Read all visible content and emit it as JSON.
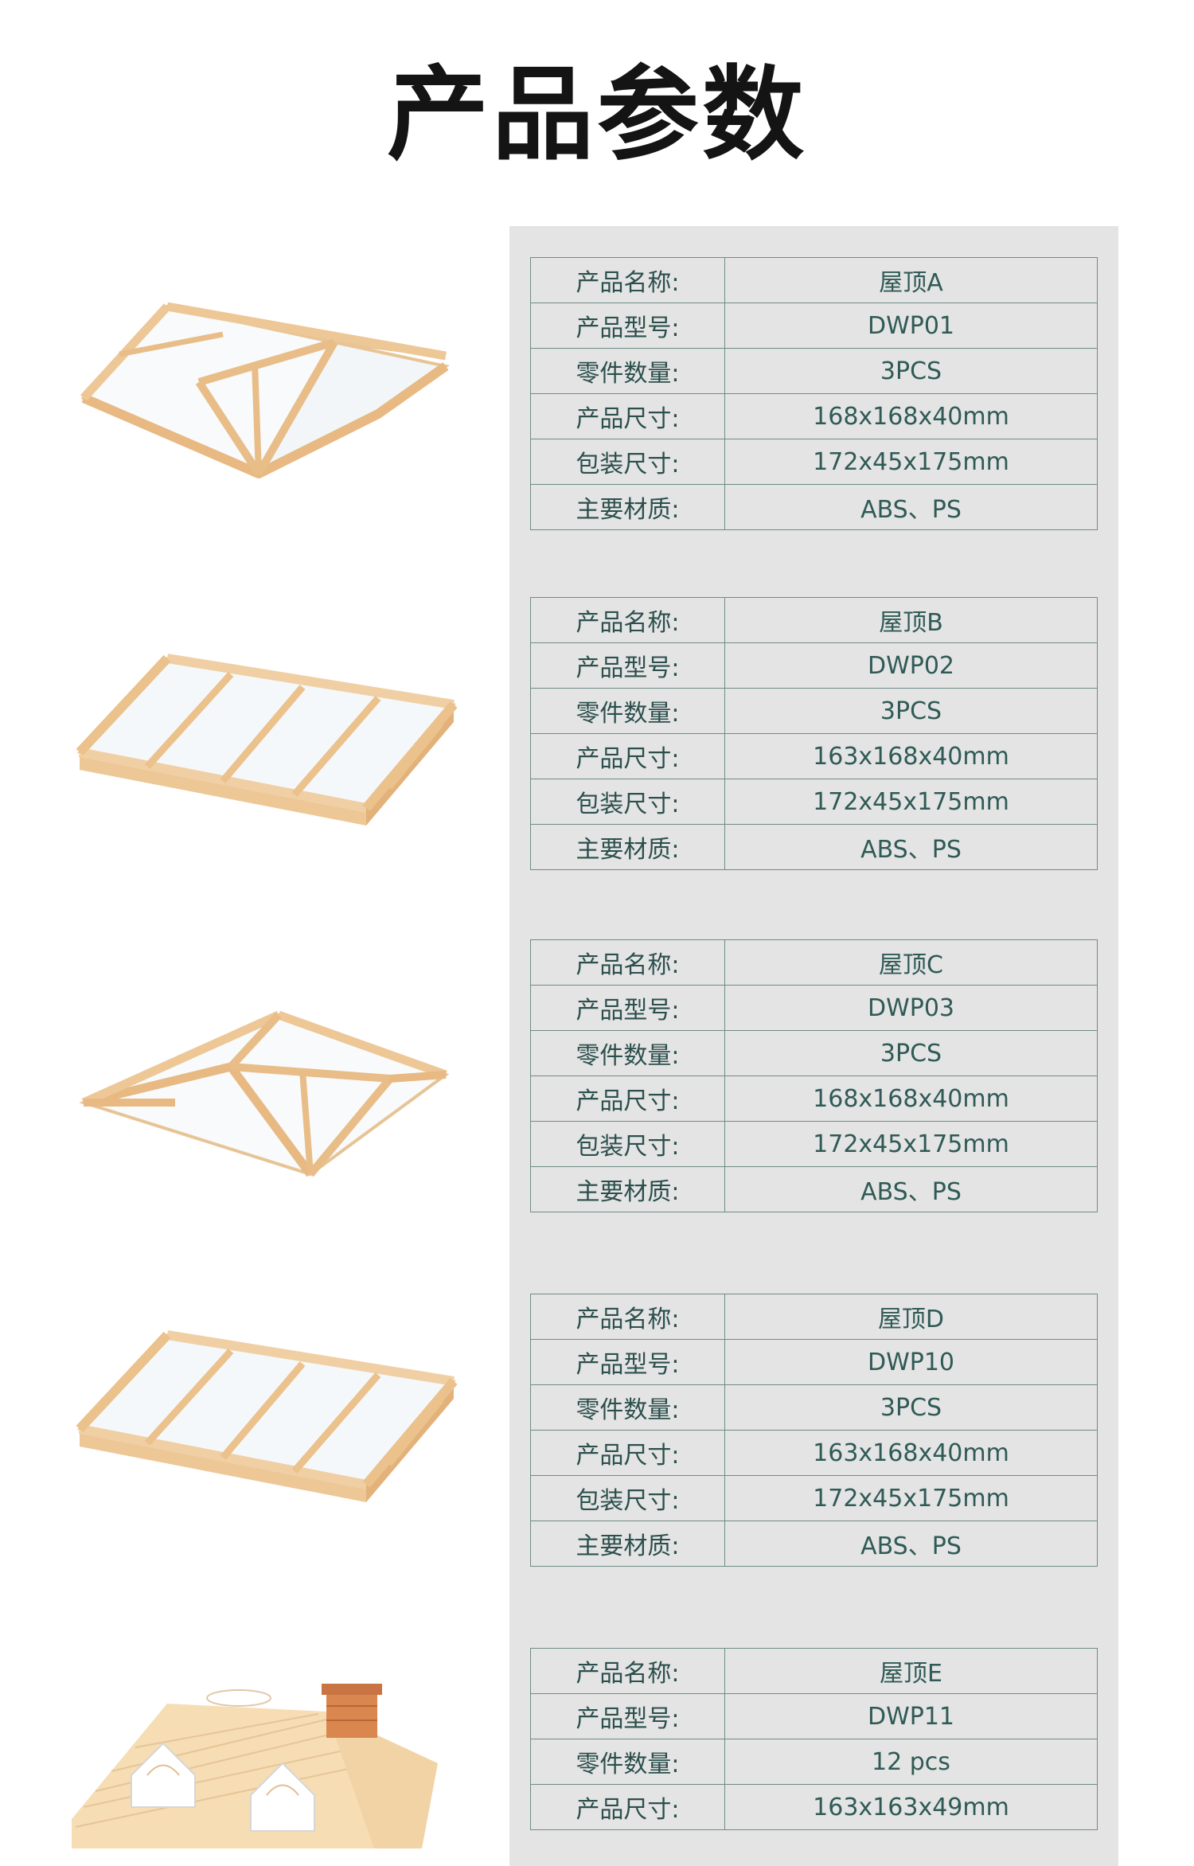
{
  "title": "产品参数",
  "products": [
    {
      "icon": "hip-roof-icon",
      "rows": [
        {
          "label": "产品名称:",
          "value": "屋顶A"
        },
        {
          "label": "产品型号:",
          "value": "DWP01"
        },
        {
          "label": "零件数量:",
          "value": "3PCS"
        },
        {
          "label": "产品尺寸:",
          "value": "168x168x40mm"
        },
        {
          "label": "包装尺寸:",
          "value": "172x45x175mm"
        },
        {
          "label": "主要材质:",
          "value": "ABS、PS"
        }
      ]
    },
    {
      "icon": "gable-roof-icon",
      "rows": [
        {
          "label": "产品名称:",
          "value": "屋顶B"
        },
        {
          "label": "产品型号:",
          "value": "DWP02"
        },
        {
          "label": "零件数量:",
          "value": "3PCS"
        },
        {
          "label": "产品尺寸:",
          "value": "163x168x40mm"
        },
        {
          "label": "包装尺寸:",
          "value": "172x45x175mm"
        },
        {
          "label": "主要材质:",
          "value": "ABS、PS"
        }
      ]
    },
    {
      "icon": "hip-roof-icon",
      "rows": [
        {
          "label": "产品名称:",
          "value": "屋顶C"
        },
        {
          "label": "产品型号:",
          "value": "DWP03"
        },
        {
          "label": "零件数量:",
          "value": "3PCS"
        },
        {
          "label": "产品尺寸:",
          "value": "168x168x40mm"
        },
        {
          "label": "包装尺寸:",
          "value": "172x45x175mm"
        },
        {
          "label": "主要材质:",
          "value": "ABS、PS"
        }
      ]
    },
    {
      "icon": "gable-roof-icon",
      "rows": [
        {
          "label": "产品名称:",
          "value": "屋顶D"
        },
        {
          "label": "产品型号:",
          "value": "DWP10"
        },
        {
          "label": "零件数量:",
          "value": "3PCS"
        },
        {
          "label": "产品尺寸:",
          "value": "163x168x40mm"
        },
        {
          "label": "包装尺寸:",
          "value": "172x45x175mm"
        },
        {
          "label": "主要材质:",
          "value": "ABS、PS"
        }
      ]
    },
    {
      "icon": "shingle-roof-with-chimney-icon",
      "rows": [
        {
          "label": "产品名称:",
          "value": "屋顶E"
        },
        {
          "label": "产品型号:",
          "value": "DWP11"
        },
        {
          "label": "零件数量:",
          "value": "12 pcs"
        },
        {
          "label": "产品尺寸:",
          "value": "163x163x49mm"
        }
      ]
    }
  ],
  "colors": {
    "panel": "#e4e4e4",
    "table_border": "#6e8c85",
    "table_text": "#2f5a56",
    "wood": "#f0cfa0"
  }
}
